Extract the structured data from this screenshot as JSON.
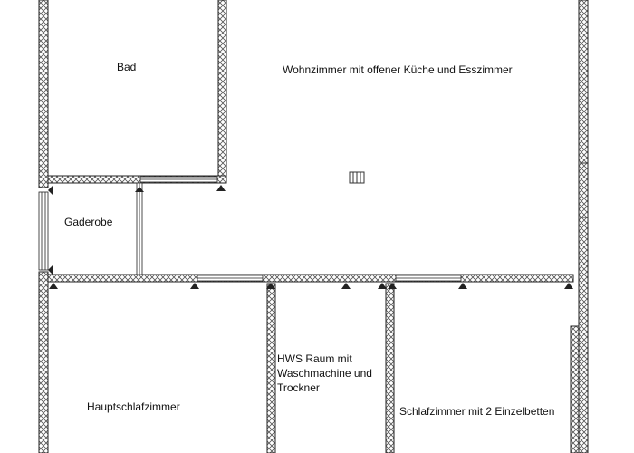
{
  "rooms": {
    "bad": "Bad",
    "wohnzimmer": "Wohnzimmer mit offener Küche und Esszimmer",
    "gaderobe": "Gaderobe",
    "hws_lines": [
      "HWS Raum mit",
      "Waschmachine und",
      "Trockner"
    ],
    "hauptschlafzimmer": "Hauptschlafzimmer",
    "schlafzimmer2": "Schlafzimmer mit 2 Einzelbetten"
  },
  "colors": {
    "wall_stroke": "#222222",
    "wall_hatch": "#555555",
    "background": "#ffffff"
  }
}
